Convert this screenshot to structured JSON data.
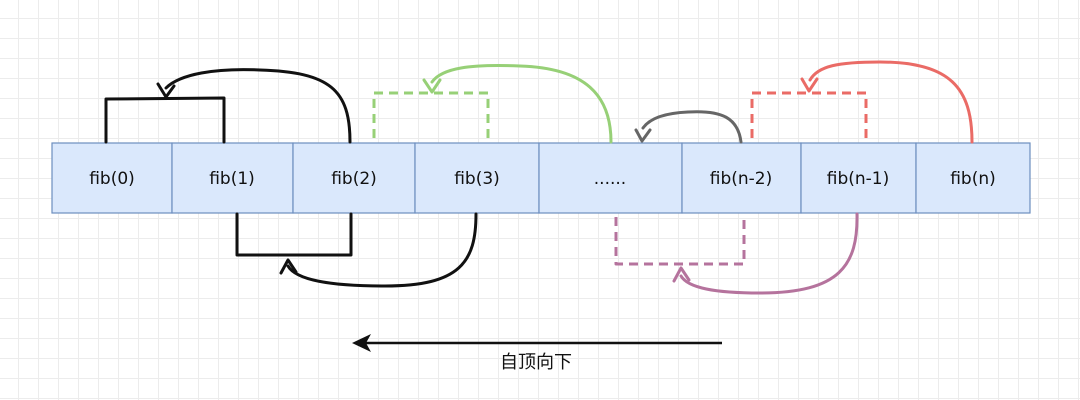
{
  "diagram": {
    "cells": [
      "fib(0)",
      "fib(1)",
      "fib(2)",
      "fib(3)",
      "......",
      "fib(n-2)",
      "fib(n-1)",
      "fib(n)"
    ],
    "caption": "自顶向下",
    "colors": {
      "cell_fill": "#dae8fc",
      "cell_border": "#6c8ebf",
      "black": "#111111",
      "green": "#97d077",
      "red": "#ea6b66",
      "gray": "#666666",
      "purple": "#b5739d"
    }
  }
}
